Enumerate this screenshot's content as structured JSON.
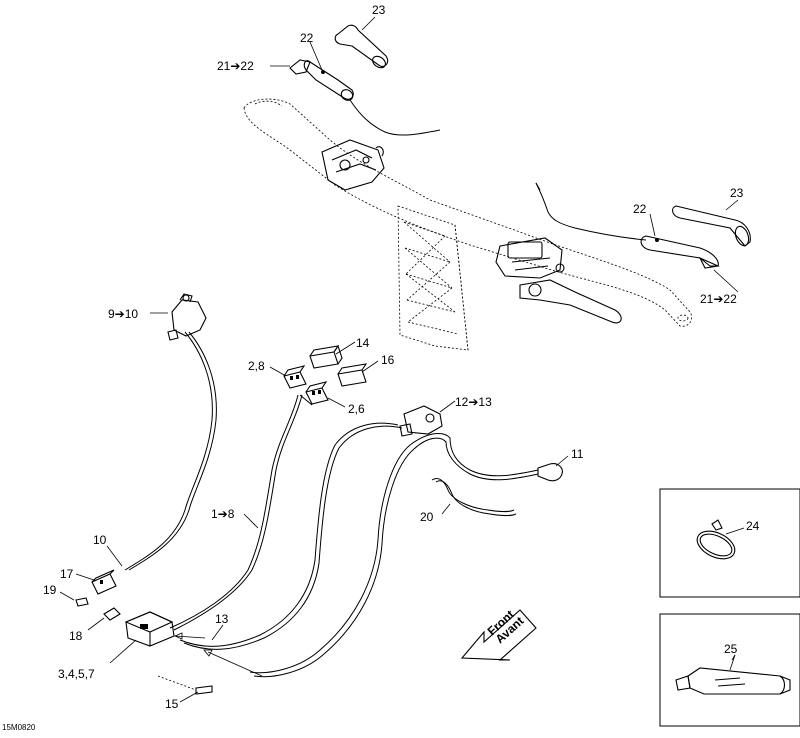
{
  "labels": {
    "p23_top": "23",
    "p22_top": "22",
    "p21_22_top": "21➔22",
    "p23_right": "23",
    "p22_right": "22",
    "p21_22_right": "21➔22",
    "p9_10": "9➔10",
    "p14": "14",
    "p16": "16",
    "p2_8": "2,8",
    "p2_6": "2,6",
    "p12_13": "12➔13",
    "p11": "11",
    "p20": "20",
    "p1_8": "1➔8",
    "p10": "10",
    "p17": "17",
    "p19": "19",
    "p18": "18",
    "p13": "13",
    "p3_4_5_7": "3,4,5,7",
    "p15": "15",
    "p24": "24",
    "p25": "25"
  },
  "front_arrow": {
    "line1": "Front",
    "line2": "Avant"
  },
  "diagram_code": "15M0820"
}
